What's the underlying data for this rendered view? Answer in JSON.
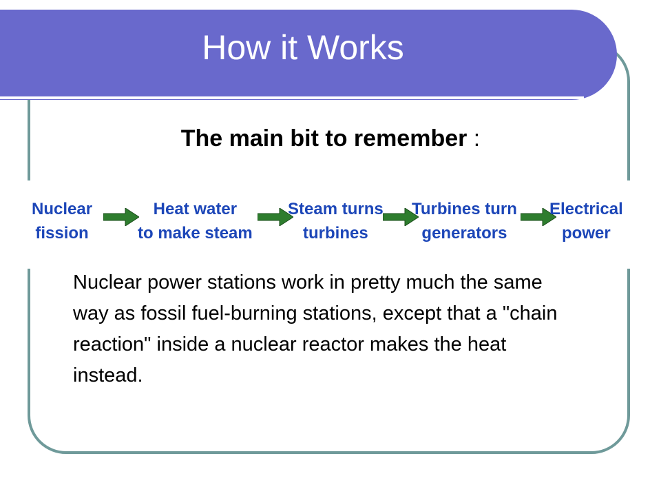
{
  "slide": {
    "title": "How it Works",
    "subtitle_bold": "The main bit to remember",
    "subtitle_suffix": " :",
    "flow_steps": [
      {
        "line1": "Nuclear",
        "line2": "fission"
      },
      {
        "line1": "Heat water",
        "line2": "to make steam"
      },
      {
        "line1": "Steam turns",
        "line2": "turbines"
      },
      {
        "line1": "Turbines turn",
        "line2": "generators"
      },
      {
        "line1": "Electrical",
        "line2": "power"
      }
    ],
    "body": "Nuclear power stations work in pretty much the same way as fossil fuel-burning stations, except that a \"chain reaction\" inside a nuclear reactor makes the heat instead."
  },
  "colors": {
    "title_bar": "#6969cc",
    "frame_border": "#6f9a9a",
    "flow_text": "#1c46b8",
    "arrow_fill": "#2e7d2e"
  }
}
